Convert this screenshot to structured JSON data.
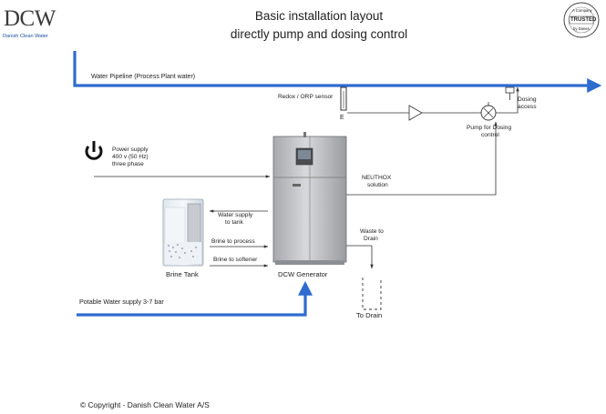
{
  "logo": {
    "brand": "DCW",
    "name": "Danish Clean Water"
  },
  "title": {
    "line1": "Basic installation layout",
    "line2": "directly pump and dosing control"
  },
  "badge": {
    "top": "A Company",
    "middle": "TRUSTED",
    "bottom": "by Danes"
  },
  "labels": {
    "pipeline": "Water Pipeline (Process Plant water)",
    "sensor": "Redox / ORP sensor",
    "dosing_access_1": "Dosing",
    "dosing_access_2": "access",
    "pump_1": "Pump for Dosing",
    "pump_2": "control",
    "power_1": "Power supply",
    "power_2": "400 v (50 Hz)",
    "power_3": "three phase",
    "neuthox_1": "NEUTHOX",
    "neuthox_2": "solution",
    "water_supply_1": "Water supply",
    "water_supply_2": "to tank",
    "brine_process": "Brine to process",
    "brine_softener": "Brine to softener",
    "waste_1": "Waste to",
    "waste_2": "Drain",
    "brine_tank": "Brine Tank",
    "generator": "DCW Generator",
    "potable": "Potable Water supply 3-7 bar",
    "to_drain": "To Drain"
  },
  "footer": {
    "copyright": "© Copyright - Danish Clean Water A/S"
  },
  "colors": {
    "pipe_blue": "#2e6ccf",
    "line": "#333333",
    "logo_blue": "#1a4d9a"
  }
}
